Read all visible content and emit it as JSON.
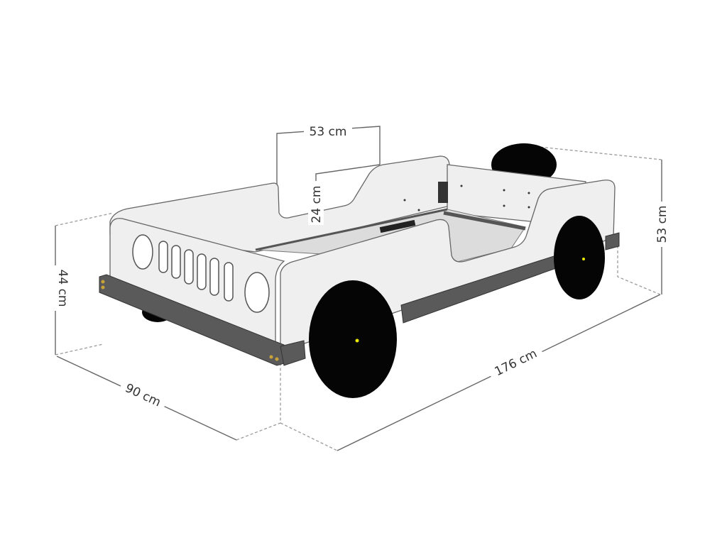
{
  "title": "Car bed dimensions",
  "dimensions": {
    "backrest_width": "53 cm",
    "backrest_height": "24 cm",
    "front_height": "44 cm",
    "rear_height": "53 cm",
    "width": "90 cm",
    "length": "176 cm"
  },
  "colors": {
    "panel": "#efefef",
    "beam": "#5a5a5a",
    "wheel": "#050505",
    "hub": "#e8e800",
    "dimension_line": "#666666"
  }
}
